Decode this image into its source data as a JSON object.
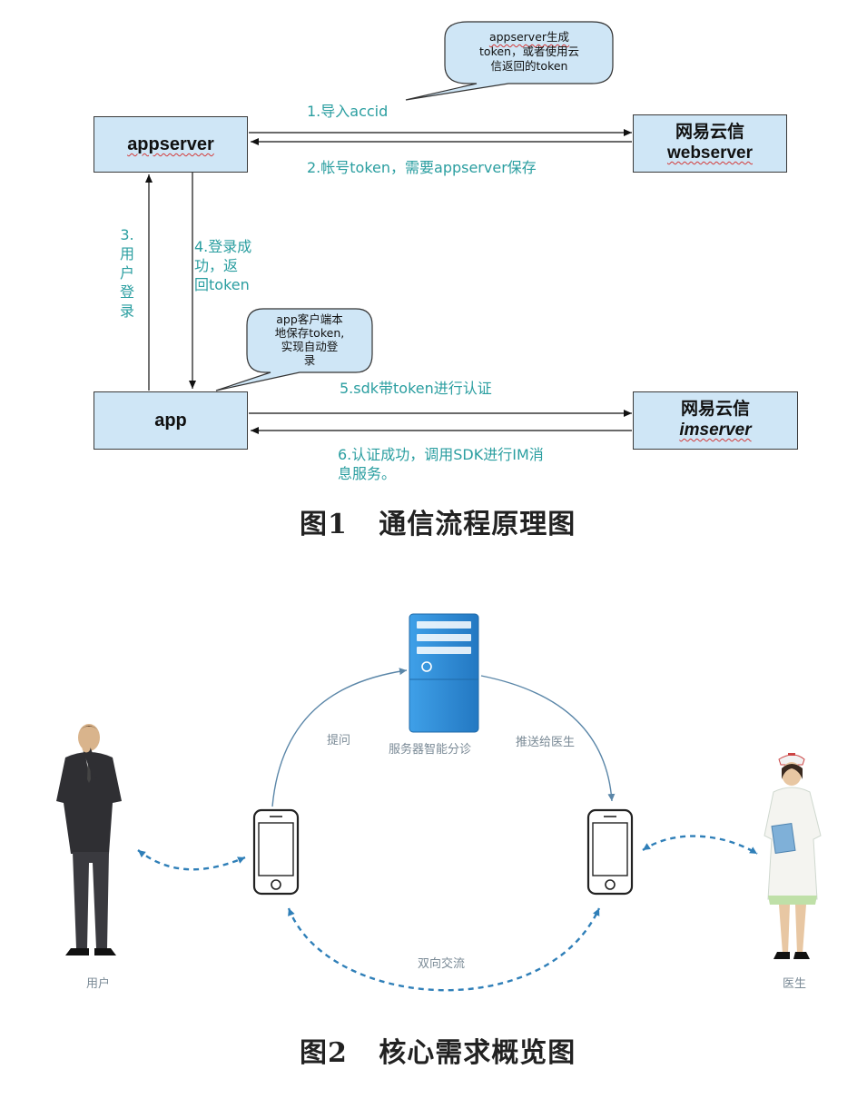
{
  "figure1": {
    "nodes": {
      "appserver": "appserver",
      "webserver_line1": "网易云信",
      "webserver_line2": "webserver",
      "app": "app",
      "imserver_line1": "网易云信",
      "imserver_line2": "imserver"
    },
    "bubble_top": {
      "line1": "appserver生成",
      "line2": "token，或者使用云",
      "line3": "信返回的token"
    },
    "bubble_mid": {
      "line1": "app客户端本",
      "line2": "地保存token,",
      "line3": "实现自动登",
      "line4": "录"
    },
    "edges": {
      "step1": "1.导入accid",
      "step2": "2.帐号token，需要appserver保存",
      "step3_line1": "3.",
      "step3_line2": "用",
      "step3_line3": "户",
      "step3_line4": "登",
      "step3_line5": "录",
      "step4_line1": "4.登录成",
      "step4_line2": "功，返",
      "step4_line3": "回token",
      "step5": "5.sdk带token进行认证",
      "step6_line1": "6.认证成功，调用SDK进行IM消",
      "step6_line2": "息服务。"
    },
    "caption": "图1   通信流程原理图"
  },
  "figure2": {
    "server_label": "服务器智能分诊",
    "ask_label": "提问",
    "push_label": "推送给医生",
    "interaction_label": "双向交流",
    "user_label": "用户",
    "doctor_label": "医生",
    "caption": "图2   核心需求概览图"
  },
  "colors": {
    "box_fill": "#cfe6f6",
    "edge_label": "#2a9ea0",
    "server_blue": "#2f8fd8",
    "dashed_arrow": "#2f7fb8"
  }
}
